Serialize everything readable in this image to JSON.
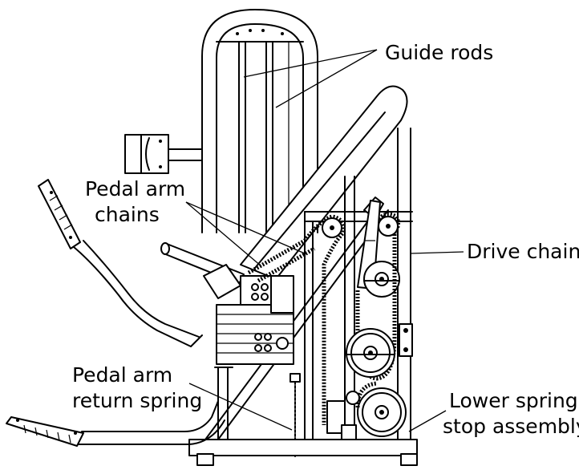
{
  "labels": {
    "guide_rods": "Guide rods",
    "pedal_arm_chains_line1": "Pedal arm",
    "pedal_arm_chains_line2": "chains",
    "drive_chain": "Drive chain",
    "pedal_arm_return_spring_line1": "Pedal arm",
    "pedal_arm_return_spring_line2": "return spring",
    "lower_spring_stop_line1": "Lower spring",
    "lower_spring_stop_line2": "stop assembly"
  },
  "colors": {
    "line": "#000000",
    "background": "#ffffff"
  }
}
